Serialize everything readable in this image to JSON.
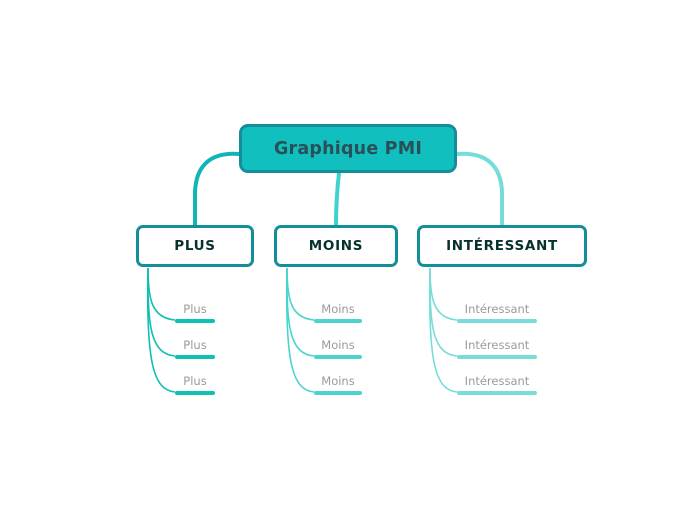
{
  "diagram": {
    "type": "mind-map",
    "title": "Graphique PMI",
    "background_color": "#ffffff",
    "root": {
      "label": "Graphique PMI",
      "fill_color": "#11bfbf",
      "border_color": "#148f99",
      "text_color": "#2a4f56"
    },
    "branches": [
      {
        "id": "plus",
        "label": "PLUS",
        "border_color": "#148f99",
        "text_color": "#06312e",
        "connector_color": "#10b6b6",
        "leaf_color": "#0fc0b4",
        "leaves": [
          {
            "label": "Plus"
          },
          {
            "label": "Plus"
          },
          {
            "label": "Plus"
          }
        ]
      },
      {
        "id": "moins",
        "label": "MOINS",
        "border_color": "#148f99",
        "text_color": "#06312e",
        "connector_color": "#3fd2cc",
        "leaf_color": "#4bd4cd",
        "leaves": [
          {
            "label": "Moins"
          },
          {
            "label": "Moins"
          },
          {
            "label": "Moins"
          }
        ]
      },
      {
        "id": "interessant",
        "label": "INTÉRESSANT",
        "border_color": "#148f99",
        "text_color": "#06312e",
        "connector_color": "#74dcd9",
        "leaf_color": "#79dcd8",
        "leaves": [
          {
            "label": "Intéressant"
          },
          {
            "label": "Intéressant"
          },
          {
            "label": "Intéressant"
          }
        ]
      }
    ]
  }
}
